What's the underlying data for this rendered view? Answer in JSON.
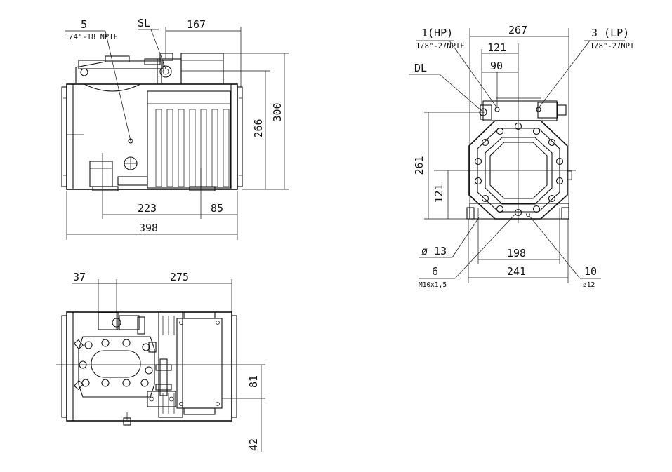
{
  "front_view": {
    "port5_number": "5",
    "port5_thread": "1/4\"-18 NPTF",
    "sl_label": "SL",
    "dim_width_top": "167",
    "dim_height_total": "300",
    "dim_height_body": "266",
    "dim_foot_span": "223",
    "dim_foot_offset": "85",
    "dim_length": "398"
  },
  "end_view": {
    "hp_label": "1(HP)",
    "hp_thread": "1/8\"-27NPTF",
    "lp_label": "3 (LP)",
    "lp_thread": "1/8\"-27NPT",
    "dl_label": "DL",
    "dim_width_total": "267",
    "dim_121_top": "121",
    "dim_90": "90",
    "dim_height_261": "261",
    "dim_height_121": "121",
    "hole_dia": "ø 13",
    "dim_198": "198",
    "dim_241": "241",
    "bolt_number": "6",
    "bolt_thread": "M10x1,5",
    "item10_number": "10",
    "item10_dia": "ø12"
  },
  "top_view": {
    "dim_37": "37",
    "dim_275": "275",
    "dim_81": "81",
    "dim_42": "42"
  }
}
